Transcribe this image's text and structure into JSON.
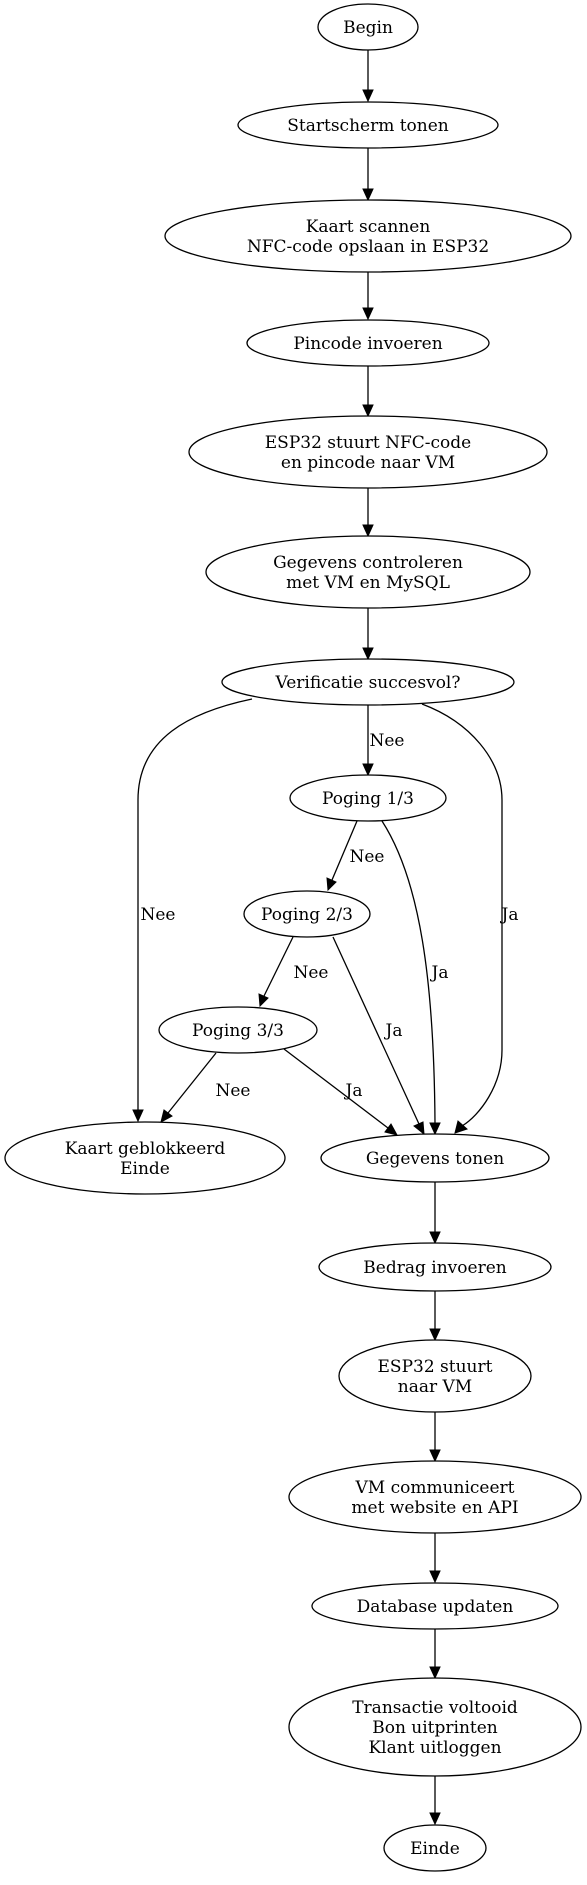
{
  "nodes": {
    "begin": [
      "Begin"
    ],
    "startscherm": [
      "Startscherm tonen"
    ],
    "kaart_scannen": [
      "Kaart scannen",
      "NFC-code opslaan in ESP32"
    ],
    "pincode": [
      "Pincode invoeren"
    ],
    "esp32_stuurt_nfc": [
      "ESP32 stuurt NFC-code",
      "en pincode naar VM"
    ],
    "controleren": [
      "Gegevens controleren",
      "met VM en MySQL"
    ],
    "verificatie": [
      "Verificatie succesvol?"
    ],
    "poging1": [
      "Poging 1/3"
    ],
    "poging2": [
      "Poging 2/3"
    ],
    "poging3": [
      "Poging 3/3"
    ],
    "geblokkeerd": [
      "Kaart geblokkeerd",
      "Einde"
    ],
    "gegevens_tonen": [
      "Gegevens tonen"
    ],
    "bedrag": [
      "Bedrag invoeren"
    ],
    "esp32_stuurt_vm": [
      "ESP32 stuurt",
      "naar VM"
    ],
    "vm_communiceert": [
      "VM communiceert",
      "met website en API"
    ],
    "database": [
      "Database updaten"
    ],
    "transactie": [
      "Transactie voltooid",
      "Bon uitprinten",
      "Klant uitloggen"
    ],
    "einde": [
      "Einde"
    ]
  },
  "edges": [
    {
      "from": "begin",
      "to": "startscherm",
      "label": ""
    },
    {
      "from": "startscherm",
      "to": "kaart_scannen",
      "label": ""
    },
    {
      "from": "kaart_scannen",
      "to": "pincode",
      "label": ""
    },
    {
      "from": "pincode",
      "to": "esp32_stuurt_nfc",
      "label": ""
    },
    {
      "from": "esp32_stuurt_nfc",
      "to": "controleren",
      "label": ""
    },
    {
      "from": "controleren",
      "to": "verificatie",
      "label": ""
    },
    {
      "from": "verificatie",
      "to": "poging1",
      "label": "Nee"
    },
    {
      "from": "verificatie",
      "to": "geblokkeerd",
      "label": "Nee"
    },
    {
      "from": "verificatie",
      "to": "gegevens_tonen",
      "label": "Ja"
    },
    {
      "from": "poging1",
      "to": "poging2",
      "label": "Nee"
    },
    {
      "from": "poging1",
      "to": "gegevens_tonen",
      "label": "Ja"
    },
    {
      "from": "poging2",
      "to": "poging3",
      "label": "Nee"
    },
    {
      "from": "poging2",
      "to": "gegevens_tonen",
      "label": "Ja"
    },
    {
      "from": "poging3",
      "to": "geblokkeerd",
      "label": "Nee"
    },
    {
      "from": "poging3",
      "to": "gegevens_tonen",
      "label": "Ja"
    },
    {
      "from": "gegevens_tonen",
      "to": "bedrag",
      "label": ""
    },
    {
      "from": "bedrag",
      "to": "esp32_stuurt_vm",
      "label": ""
    },
    {
      "from": "esp32_stuurt_vm",
      "to": "vm_communiceert",
      "label": ""
    },
    {
      "from": "vm_communiceert",
      "to": "database",
      "label": ""
    },
    {
      "from": "database",
      "to": "transactie",
      "label": ""
    },
    {
      "from": "transactie",
      "to": "einde",
      "label": ""
    }
  ]
}
